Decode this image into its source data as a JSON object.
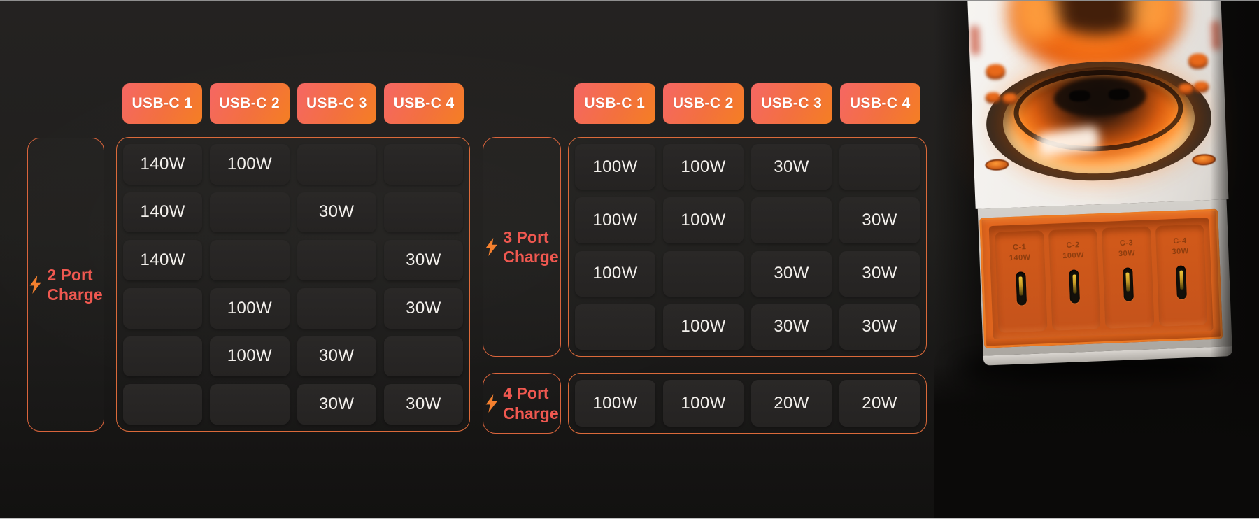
{
  "colors": {
    "page_bg_top": "#242221",
    "page_bg_bottom": "#121110",
    "chip_gradient_start": "#f5685f",
    "chip_gradient_end": "#f47d26",
    "table_border": "#db6a3a",
    "cell_bg": "#272524",
    "cell_text": "#f3f0ec",
    "label_text": "#ef5850",
    "bolt_orange": "#f5802e",
    "product_panel_orange": "#d05a1b"
  },
  "chart_data": [
    {
      "type": "table",
      "title": "2 Port Charge",
      "label_lines": [
        "2 Port",
        "Charge"
      ],
      "columns": [
        "USB-C 1",
        "USB-C 2",
        "USB-C 3",
        "USB-C 4"
      ],
      "rows": [
        [
          "140W",
          "100W",
          "",
          ""
        ],
        [
          "140W",
          "",
          "30W",
          ""
        ],
        [
          "140W",
          "",
          "",
          "30W"
        ],
        [
          "",
          "100W",
          "",
          "30W"
        ],
        [
          "",
          "100W",
          "30W",
          ""
        ],
        [
          "",
          "",
          "30W",
          "30W"
        ]
      ]
    },
    {
      "type": "table",
      "title": "3 Port Charge",
      "label_lines": [
        "3 Port",
        "Charge"
      ],
      "columns": [
        "USB-C 1",
        "USB-C 2",
        "USB-C 3",
        "USB-C 4"
      ],
      "rows": [
        [
          "100W",
          "100W",
          "30W",
          ""
        ],
        [
          "100W",
          "100W",
          "",
          "30W"
        ],
        [
          "100W",
          "",
          "30W",
          "30W"
        ],
        [
          "",
          "100W",
          "30W",
          "30W"
        ]
      ]
    },
    {
      "type": "table",
      "title": "4 Port Charge",
      "label_lines": [
        "4 Port",
        "Charge"
      ],
      "columns": [
        "USB-C 1",
        "USB-C 2",
        "USB-C 3",
        "USB-C 4"
      ],
      "rows": [
        [
          "100W",
          "100W",
          "20W",
          "20W"
        ]
      ]
    }
  ],
  "product_photo": {
    "description": "White 4-port USB-C charger with glowing orange AC outlet dome",
    "ports": [
      {
        "name": "C-1",
        "watts": "140W"
      },
      {
        "name": "C-2",
        "watts": "100W"
      },
      {
        "name": "C-3",
        "watts": "30W"
      },
      {
        "name": "C-4",
        "watts": "30W"
      }
    ]
  }
}
